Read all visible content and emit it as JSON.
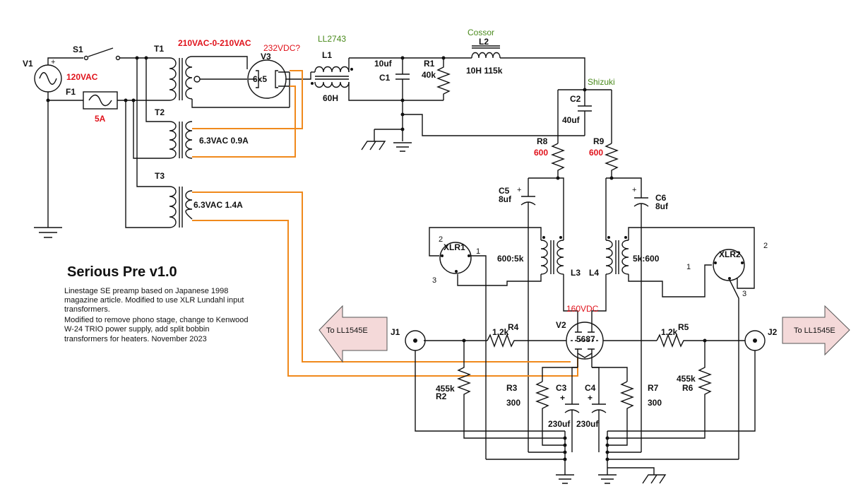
{
  "title": "Serious Pre v1.0",
  "description_lines": [
    "Linestage SE preamp based on Japanese 1998",
    "magazine article. Modified to use XLR Lundahl input",
    "transformers.",
    "Modified to remove phono stage, change to Kenwood",
    "W-24 TRIO power supply, add split bobbin",
    "transformers for heaters. November 2023"
  ],
  "components": {
    "v1": "V1",
    "v1_value": "120VAC",
    "s1": "S1",
    "f1": "F1",
    "f1_value": "5A",
    "t1": "T1",
    "t1_value": "210VAC-0-210VAC",
    "t2": "T2",
    "t2_value": "6.3VAC 0.9A",
    "t3": "T3",
    "t3_value": "6.3VAC 1.4A",
    "v3": "V3",
    "v3_value": "6x5",
    "v3_note": "232VDC?",
    "l1": "L1",
    "l1_value": "60H",
    "l1_brand": "LL2743",
    "c1": "C1",
    "c1_value": "10uf",
    "r1": "R1",
    "r1_value": "40k",
    "l2": "L2",
    "l2_value": "10H 115k",
    "l2_brand": "Cossor",
    "c2": "C2",
    "c2_value": "40uf",
    "c2_brand": "Shizuki",
    "r8": "R8",
    "r8_value": "600",
    "r9": "R9",
    "r9_value": "600",
    "c5": "C5",
    "c5_value": "8uf",
    "c6": "C6",
    "c6_value": "8uf",
    "xlr1": "XLR1",
    "xlr2": "XLR2",
    "l3": "L3",
    "l3_value": "600:5k",
    "l4": "L4",
    "l4_value": "5k:600",
    "v2": "V2",
    "v2_value": "5687",
    "v2_note": "160VDC",
    "j1": "J1",
    "j2": "J2",
    "r4": "R4",
    "r4_value": "1.2k",
    "r5": "R5",
    "r5_value": "1.2k",
    "r2": "R2",
    "r2_value": "455k",
    "r6": "R6",
    "r6_value": "455k",
    "r3": "R3",
    "r3_value": "300",
    "r7": "R7",
    "r7_value": "300",
    "c3": "C3",
    "c3_value": "230uf",
    "c4": "C4",
    "c4_value": "230uf"
  },
  "pins": {
    "p1": "1",
    "p2": "2",
    "p3": "3"
  },
  "arrows": {
    "left": "To LL1545E",
    "right": "To LL1545E"
  },
  "colors": {
    "wire": "#111111",
    "heater_wire": "#f0891c",
    "value_red": "#e0121b",
    "brand_green": "#4a8a1c",
    "arrow_fill": "#f4d9d9"
  }
}
